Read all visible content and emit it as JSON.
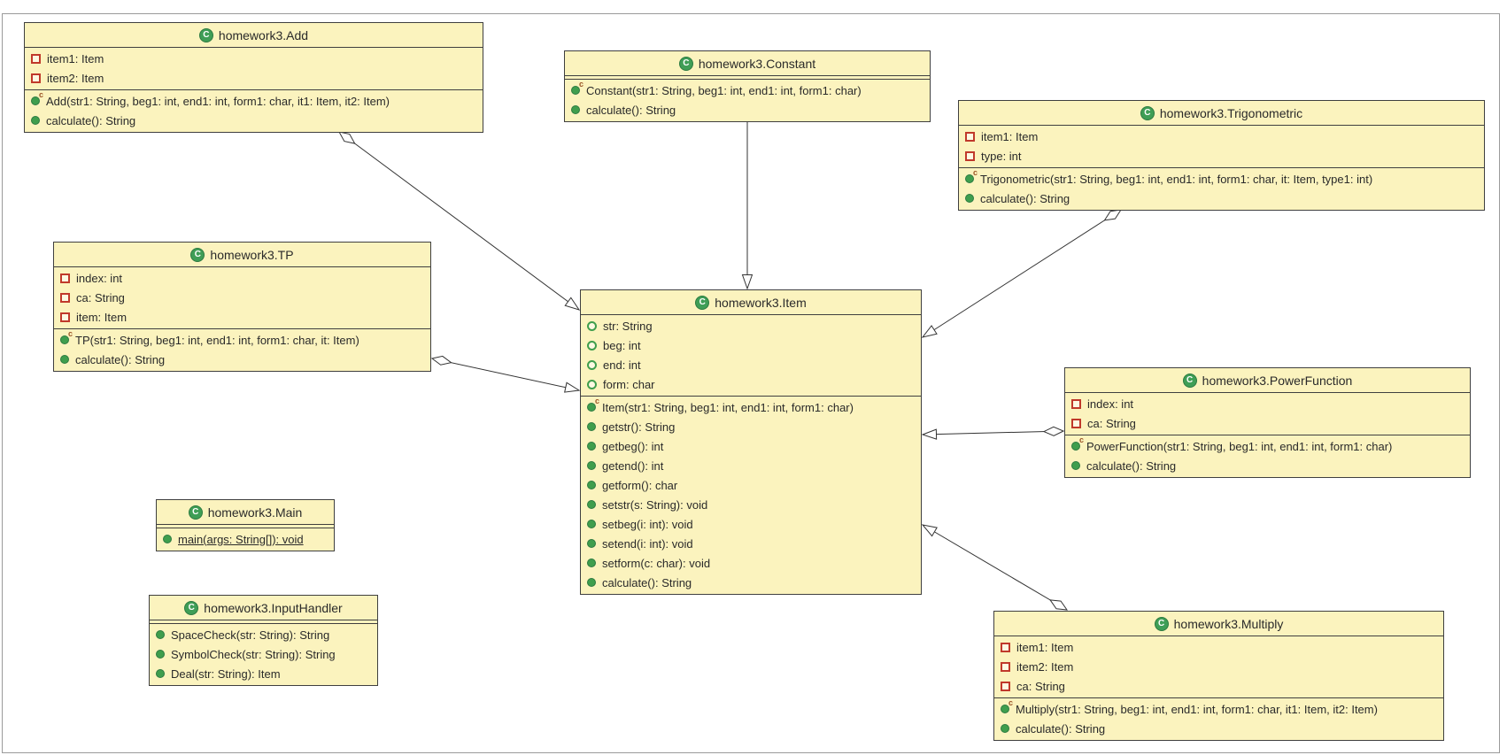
{
  "canvas": {
    "background": "#ffffff",
    "box_fill": "#fbf3be",
    "box_border": "#3f3f3f",
    "edge_color": "#333333",
    "class_icon_color": "#3f9e56",
    "private_field_color": "#c0392b",
    "method_color": "#3f9e4d"
  },
  "glyphs": {
    "class_marker": "C",
    "constructor_marker": "c"
  },
  "classes": [
    {
      "id": "add",
      "title": "homework3.Add",
      "fields": [
        {
          "visibility": "private",
          "text": "item1: Item"
        },
        {
          "visibility": "private",
          "text": "item2: Item"
        }
      ],
      "methods": [
        {
          "kind": "constructor",
          "text": "Add(str1: String, beg1: int, end1: int, form1: char, it1: Item, it2: Item)"
        },
        {
          "kind": "public",
          "text": "calculate(): String"
        }
      ]
    },
    {
      "id": "constant",
      "title": "homework3.Constant",
      "fields": [],
      "methods": [
        {
          "kind": "constructor",
          "text": "Constant(str1: String, beg1: int, end1: int, form1: char)"
        },
        {
          "kind": "public",
          "text": "calculate(): String"
        }
      ]
    },
    {
      "id": "trigonometric",
      "title": "homework3.Trigonometric",
      "fields": [
        {
          "visibility": "private",
          "text": "item1: Item"
        },
        {
          "visibility": "private",
          "text": "type: int"
        }
      ],
      "methods": [
        {
          "kind": "constructor",
          "text": "Trigonometric(str1: String, beg1: int, end1: int, form1: char, it: Item, type1: int)"
        },
        {
          "kind": "public",
          "text": "calculate(): String"
        }
      ]
    },
    {
      "id": "tp",
      "title": "homework3.TP",
      "fields": [
        {
          "visibility": "private",
          "text": "index: int"
        },
        {
          "visibility": "private",
          "text": "ca: String"
        },
        {
          "visibility": "private",
          "text": "item: Item"
        }
      ],
      "methods": [
        {
          "kind": "constructor",
          "text": "TP(str1: String, beg1: int, end1: int, form1: char, it: Item)"
        },
        {
          "kind": "public",
          "text": "calculate(): String"
        }
      ]
    },
    {
      "id": "item",
      "title": "homework3.Item",
      "fields": [
        {
          "visibility": "package",
          "text": "str: String"
        },
        {
          "visibility": "package",
          "text": "beg: int"
        },
        {
          "visibility": "package",
          "text": "end: int"
        },
        {
          "visibility": "package",
          "text": "form: char"
        }
      ],
      "methods": [
        {
          "kind": "constructor",
          "text": "Item(str1: String, beg1: int, end1: int, form1: char)"
        },
        {
          "kind": "public",
          "text": "getstr(): String"
        },
        {
          "kind": "public",
          "text": "getbeg(): int"
        },
        {
          "kind": "public",
          "text": "getend(): int"
        },
        {
          "kind": "public",
          "text": "getform(): char"
        },
        {
          "kind": "public",
          "text": "setstr(s: String): void"
        },
        {
          "kind": "public",
          "text": "setbeg(i: int): void"
        },
        {
          "kind": "public",
          "text": "setend(i: int): void"
        },
        {
          "kind": "public",
          "text": "setform(c: char): void"
        },
        {
          "kind": "public",
          "text": "calculate(): String"
        }
      ]
    },
    {
      "id": "powerfunction",
      "title": "homework3.PowerFunction",
      "fields": [
        {
          "visibility": "private",
          "text": "index: int"
        },
        {
          "visibility": "private",
          "text": "ca: String"
        }
      ],
      "methods": [
        {
          "kind": "constructor",
          "text": "PowerFunction(str1: String, beg1: int, end1: int, form1: char)"
        },
        {
          "kind": "public",
          "text": "calculate(): String"
        }
      ]
    },
    {
      "id": "main",
      "title": "homework3.Main",
      "fields": [],
      "methods": [
        {
          "kind": "public-static",
          "text": "main(args: String[]): void"
        }
      ]
    },
    {
      "id": "inputhandler",
      "title": "homework3.InputHandler",
      "fields": [],
      "methods": [
        {
          "kind": "public",
          "text": "SpaceCheck(str: String): String"
        },
        {
          "kind": "public",
          "text": "SymbolCheck(str: String): String"
        },
        {
          "kind": "public",
          "text": "Deal(str: String): Item"
        }
      ]
    },
    {
      "id": "multiply",
      "title": "homework3.Multiply",
      "fields": [
        {
          "visibility": "private",
          "text": "item1: Item"
        },
        {
          "visibility": "private",
          "text": "item2: Item"
        },
        {
          "visibility": "private",
          "text": "ca: String"
        }
      ],
      "methods": [
        {
          "kind": "constructor",
          "text": "Multiply(str1: String, beg1: int, end1: int, form1: char, it1: Item, it2: Item)"
        },
        {
          "kind": "public",
          "text": "calculate(): String"
        }
      ]
    }
  ],
  "relations": [
    {
      "from": "homework3.Add",
      "to": "homework3.Item",
      "style": "diamond-to-hollow-arrow"
    },
    {
      "from": "homework3.TP",
      "to": "homework3.Item",
      "style": "diamond-to-hollow-arrow"
    },
    {
      "from": "homework3.Constant",
      "to": "homework3.Item",
      "style": "hollow-arrow"
    },
    {
      "from": "homework3.Trigonometric",
      "to": "homework3.Item",
      "style": "diamond-to-hollow-arrow"
    },
    {
      "from": "homework3.PowerFunction",
      "to": "homework3.Item",
      "style": "diamond-to-hollow-arrow"
    },
    {
      "from": "homework3.Multiply",
      "to": "homework3.Item",
      "style": "diamond-to-hollow-arrow"
    }
  ]
}
